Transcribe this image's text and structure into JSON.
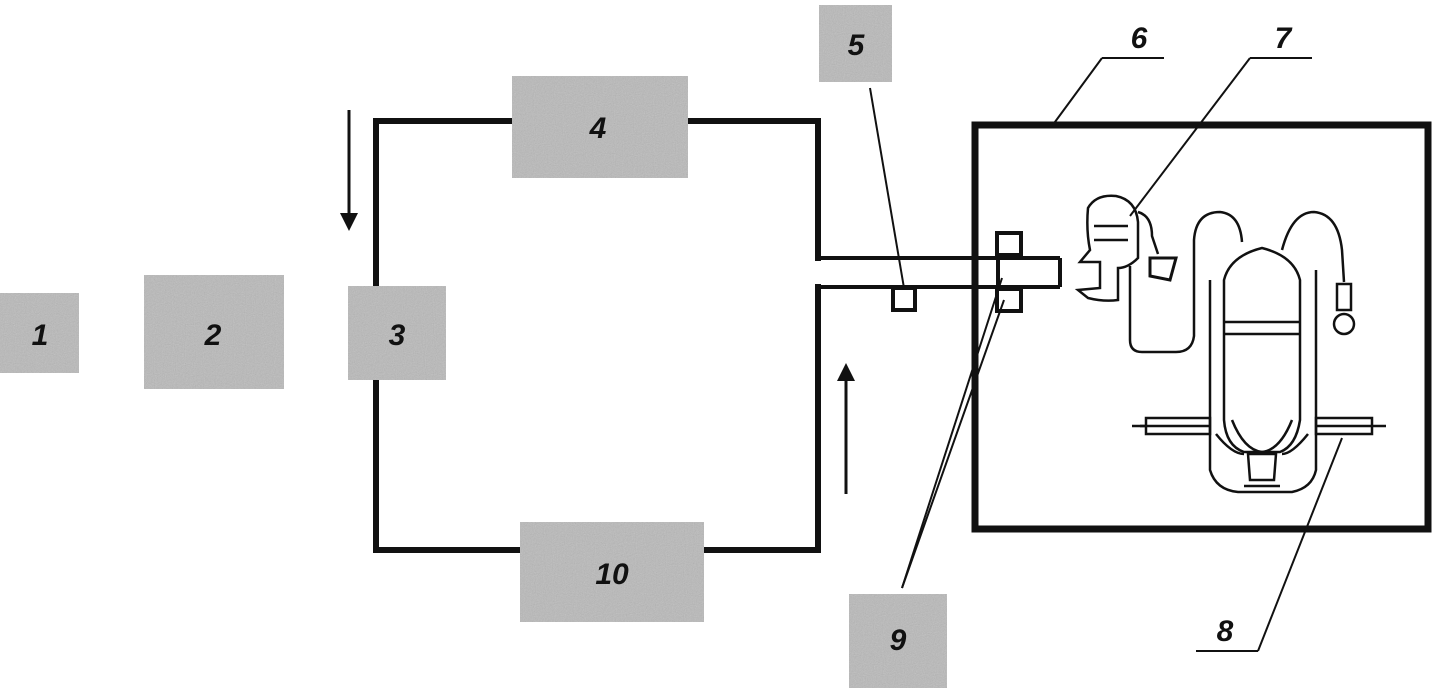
{
  "colors": {
    "line": "#111111",
    "box_fill": "#b9b9b9",
    "background": "#ffffff"
  },
  "labels": {
    "n1": "1",
    "n2": "2",
    "n3": "3",
    "n4": "4",
    "n5": "5",
    "n6": "6",
    "n7": "7",
    "n8": "8",
    "n9": "9",
    "n10": "10"
  }
}
